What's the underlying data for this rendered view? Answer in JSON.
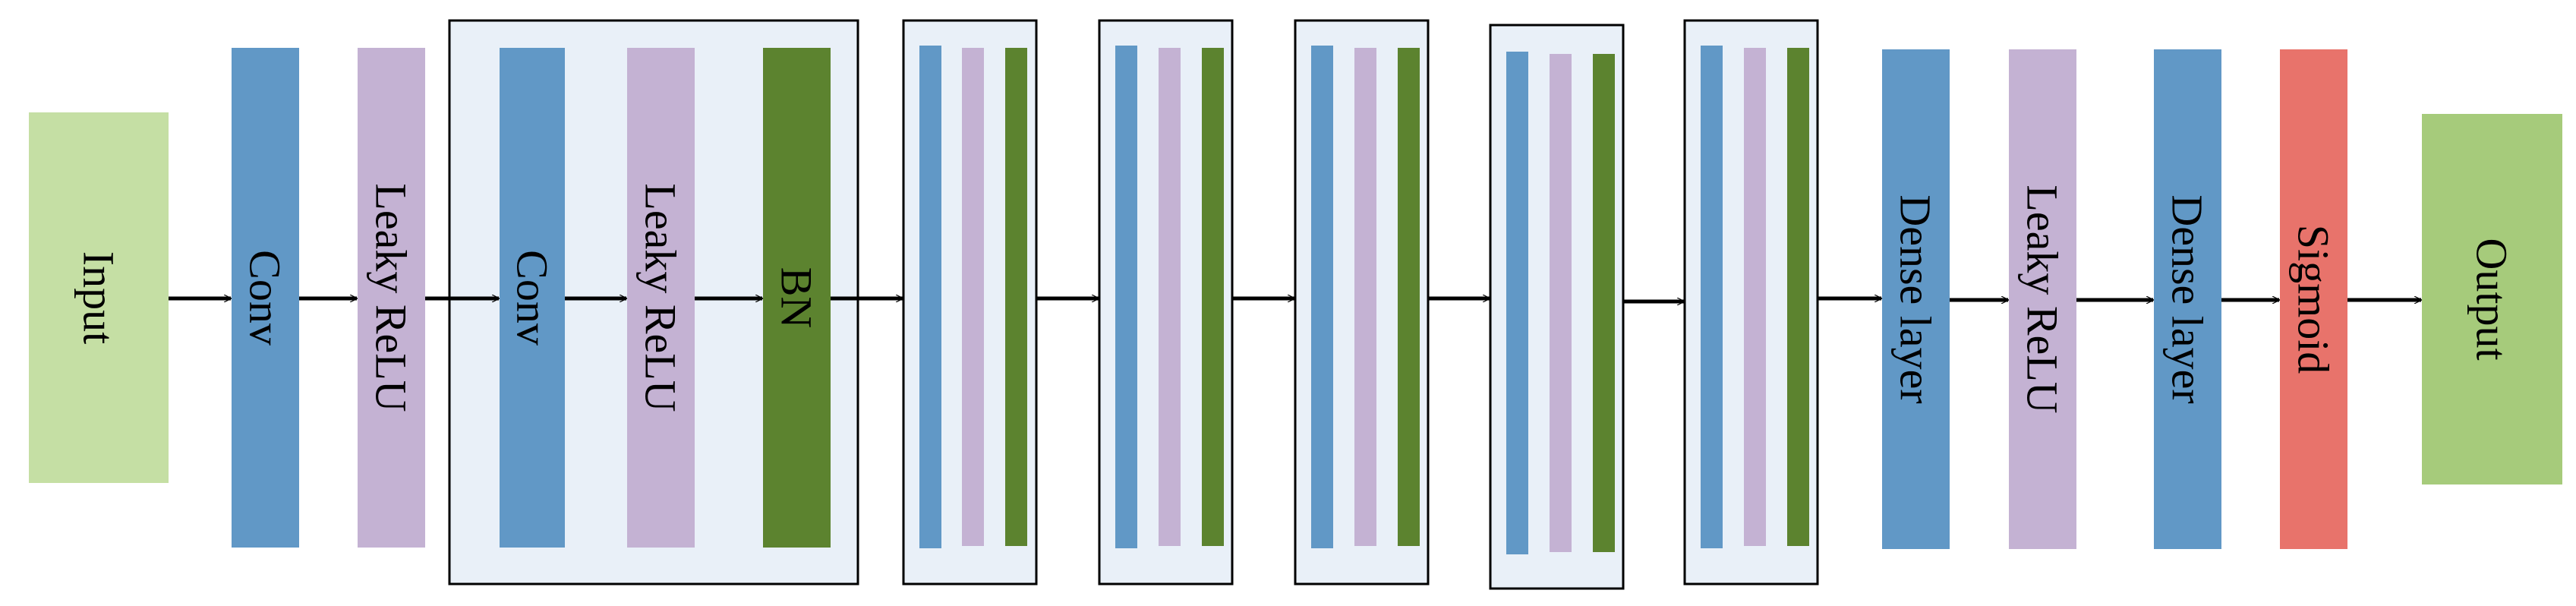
{
  "colors": {
    "input": "#c5dfa4",
    "conv": "#6198c6",
    "relu": "#c4b2d3",
    "bn": "#5c832f",
    "sigmoid": "#e8736b",
    "output": "#a6cb7b",
    "group_fill": "#e9f0f8",
    "stroke": "#000000"
  },
  "labels": {
    "input": "Input",
    "conv1": "Conv",
    "relu1": "Leaky ReLU",
    "conv2": "Conv",
    "relu2": "Leaky ReLU",
    "bn": "BN",
    "dense1": "Dense layer",
    "relu3": "Leaky ReLU",
    "dense2": "Dense layer",
    "sigmoid": "Sigmoid",
    "output": "Output"
  },
  "repeated_block_count": 5
}
